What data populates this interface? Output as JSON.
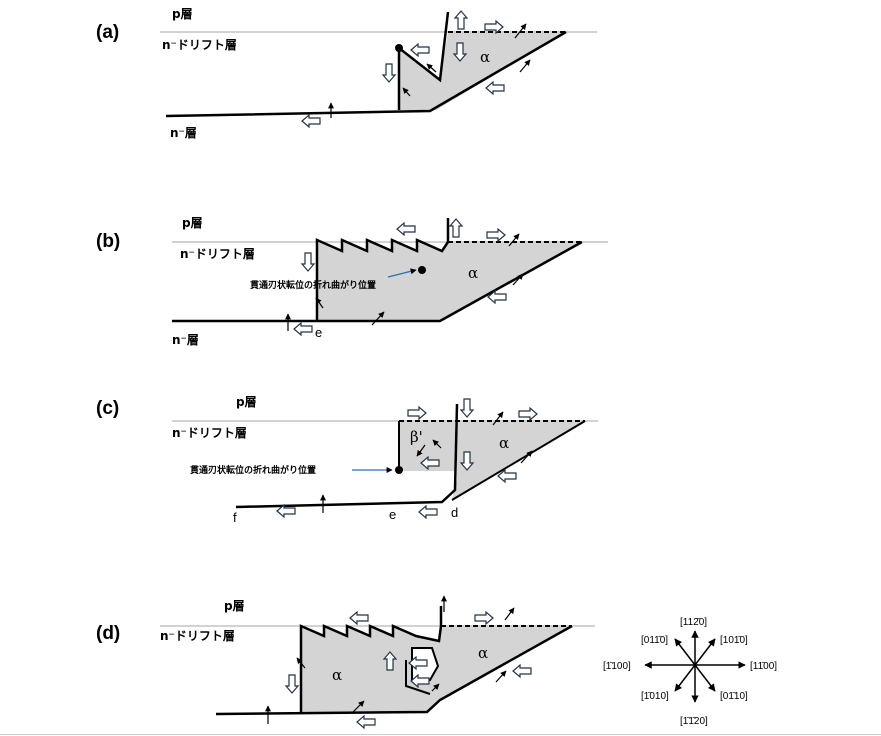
{
  "panels": {
    "a": {
      "label": "(a)",
      "p_layer": "p層",
      "drift_layer": "n⁻ドリフト層",
      "n_layer": "n⁻層",
      "region": "α"
    },
    "b": {
      "label": "(b)",
      "p_layer": "p層",
      "drift_layer": "n⁻ドリフト層",
      "n_layer": "n⁻層",
      "region": "α",
      "annotation": "貫通刃状転位の折れ曲がり位置",
      "point_e": "e"
    },
    "c": {
      "label": "(c)",
      "p_layer": "p層",
      "drift_layer": "n⁻ドリフト層",
      "region_alpha": "α",
      "region_beta": "β'",
      "annotation": "貫通刃状転位の折れ曲がり位置",
      "point_e": "e",
      "point_d": "d",
      "point_f": "f"
    },
    "d": {
      "label": "(d)",
      "p_layer": "p層",
      "drift_layer": "n⁻ドリフト層",
      "region_left": "α",
      "region_right": "α"
    }
  },
  "directions": {
    "up": "[112̄0]",
    "down": "[1̄1̄20]",
    "left": "[1̄100]",
    "right": "[11̄00]",
    "up_left": "[011̄0]",
    "up_right": "[101̄0]",
    "down_left": "[1̄010]",
    "down_right": "[01̄10]"
  }
}
